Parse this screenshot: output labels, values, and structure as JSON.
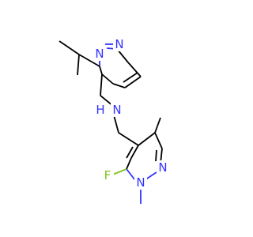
{
  "diagram": {
    "kind": "molecular-structure",
    "atom_colors": {
      "C": "#000000",
      "N": "#3333ff",
      "F": "#80c020"
    },
    "labels": {
      "n_top": "N",
      "n_ring_upper": "N",
      "nh_n": "N",
      "nh_h": "H",
      "n_ring_lower_right": "N",
      "n_ring_lower_left": "N",
      "fluorine": "F"
    }
  }
}
